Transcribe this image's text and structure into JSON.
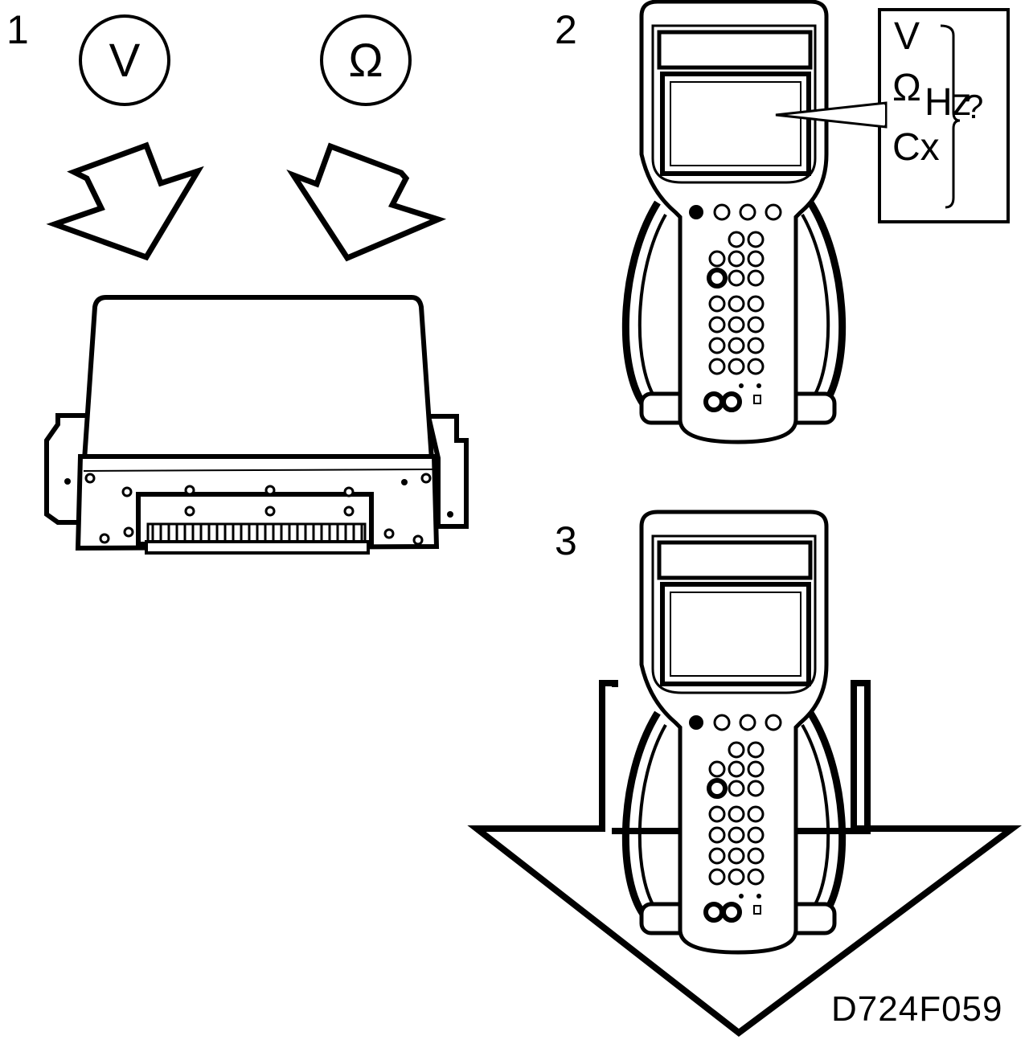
{
  "steps": {
    "step1": "1",
    "step2": "2",
    "step3": "3"
  },
  "symbols": {
    "voltage": "V",
    "ohm": "Ω"
  },
  "measurement_box": {
    "v": "V",
    "ohm": "Ω",
    "hz": "Hz",
    "cx": "Cx",
    "question": "?"
  },
  "reference_code": "D724F059",
  "icons": [
    "arrow-down-right-icon",
    "arrow-down-left-icon",
    "arrow-down-large-icon",
    "control-unit",
    "handheld-tester"
  ],
  "colors": {
    "stroke": "#000000",
    "background": "#ffffff"
  }
}
